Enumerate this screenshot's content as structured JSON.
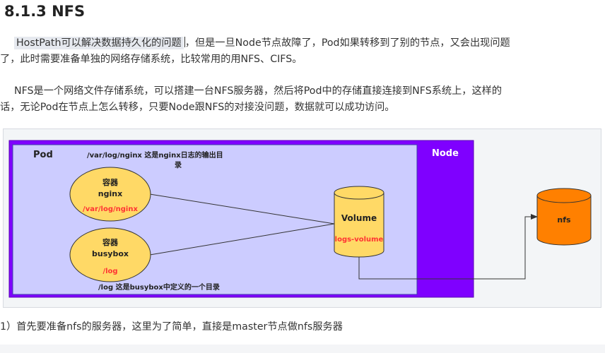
{
  "heading": "8.1.3 NFS",
  "para1": {
    "highlight": "HostPath可以解决数据持久化的问题",
    "rest_line1": "，但是一旦Node节点故障了，Pod如果转移到了别的节点，又会出现问题",
    "line2": "了，此时需要准备单独的网络存储系统，比较常用的用NFS、CIFS。"
  },
  "para2": {
    "line1": "NFS是一个网络文件存储系统，可以搭建一台NFS服务器，然后将Pod中的存储直接连接到NFS系统上，这样的",
    "line2": "话，无论Pod在节点上怎么转移，只要Node跟NFS的对接没问题，数据就可以成功访问。"
  },
  "diagram": {
    "node_label": "Node",
    "pod_label": "Pod",
    "note_top_line1": "/var/log/nginx 这是nginx日志的输出目",
    "note_top_line2": "录",
    "note_bottom": "/log 这是busybox中定义的一个目录",
    "container1": {
      "title": "容器",
      "name": "nginx",
      "path": "/var/log/nginx"
    },
    "container2": {
      "title": "容器",
      "name": "busybox",
      "path": "/log"
    },
    "volume": {
      "name": "Volume",
      "sub": "logs-volume"
    },
    "nfs": {
      "name": "nfs"
    },
    "colors": {
      "node": "#7f00ff",
      "pod": "#ccccff",
      "ellipse": "#ffd966",
      "volume": "#ffd966",
      "nfs": "#ff8000",
      "path_text": "#ff3333"
    }
  },
  "para3": "1）首先要准备nfs的服务器，这里为了简单，直接是master节点做nfs服务器"
}
